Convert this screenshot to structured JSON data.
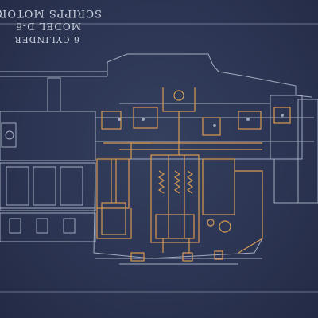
{
  "drawing": {
    "title_line_1": "SCRIPPS MOTOR",
    "title_line_2": "MODEL D-6",
    "title_line_3": "6 CYLINDER"
  },
  "colors": {
    "paper": "#2c3553",
    "ink_light": "#b8c0d2",
    "ink_orange": "#d89a52"
  }
}
